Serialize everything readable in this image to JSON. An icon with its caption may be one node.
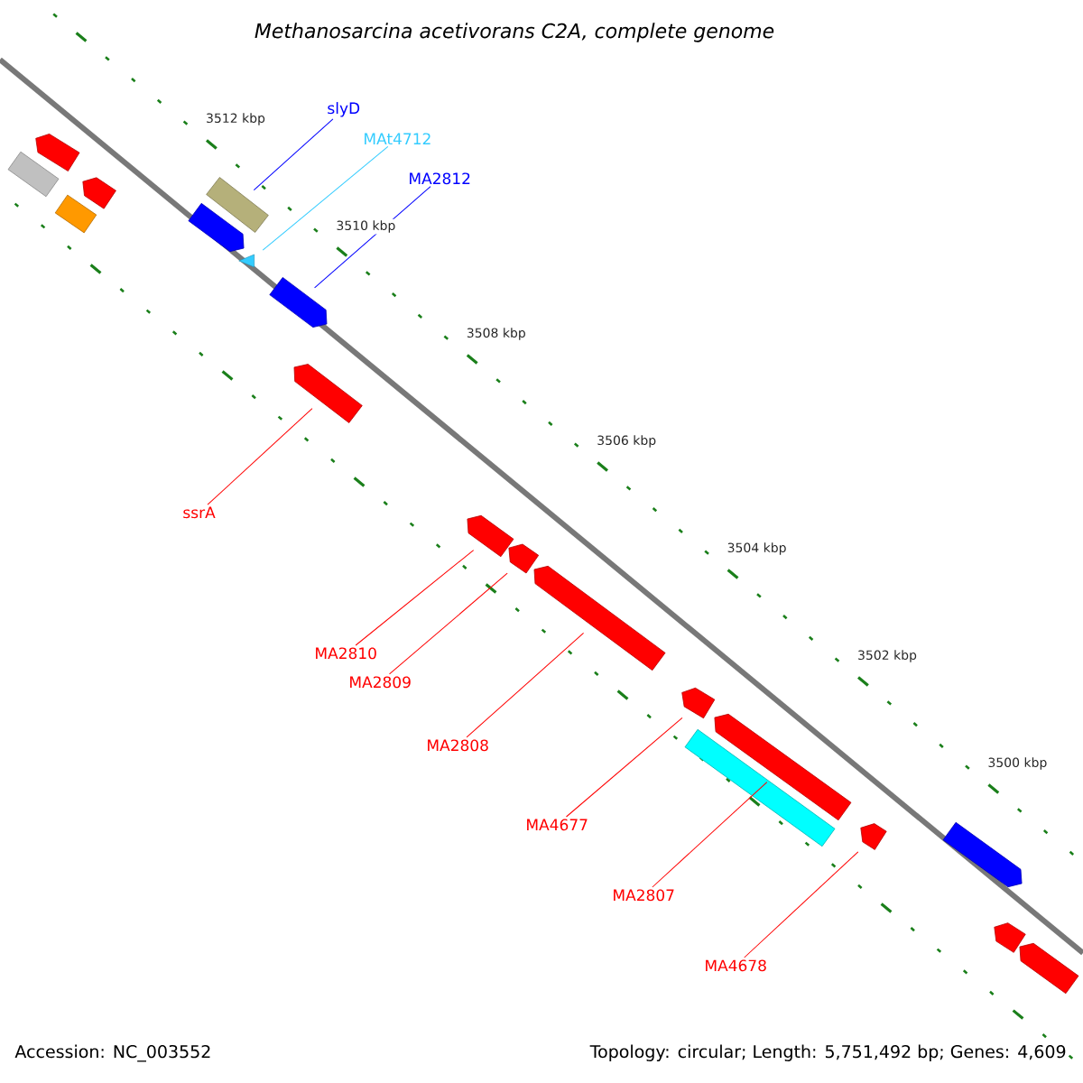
{
  "diagram": {
    "title": "Methanosarcina acetivorans C2A, complete genome",
    "nodes": [
      {
        "text": [],
        "shape": "arrow"
      },
      {
        "text": [],
        "shape": "box"
      },
      {
        "text": [],
        "shape": "arrow"
      },
      {
        "text": [],
        "shape": "box"
      },
      {
        "text": [],
        "shape": "box"
      },
      {
        "text": [],
        "shape": "arrow"
      },
      {
        "text": [],
        "shape": "triangle"
      },
      {
        "text": [],
        "shape": "arrow"
      },
      {
        "text": [],
        "shape": "arrow"
      },
      {
        "text": [],
        "shape": "arrow"
      },
      {
        "text": [],
        "shape": "arrow"
      },
      {
        "text": [],
        "shape": "arrow"
      },
      {
        "text": [],
        "shape": "arrow"
      },
      {
        "text": [],
        "shape": "arrow"
      },
      {
        "text": [],
        "shape": "box"
      },
      {
        "text": [],
        "shape": "arrow"
      },
      {
        "text": [],
        "shape": "arrow"
      },
      {
        "text": [],
        "shape": "arrow"
      },
      {
        "text": [],
        "shape": "arrow"
      },
      {
        "text": [
          "slyD"
        ]
      },
      {
        "text": [
          "MAt4712"
        ]
      },
      {
        "text": [
          "MA2812"
        ]
      },
      {
        "text": [
          "ssrA"
        ]
      },
      {
        "text": [
          "MA2810"
        ]
      },
      {
        "text": [
          "MA2809"
        ]
      },
      {
        "text": [
          "MA2808"
        ]
      },
      {
        "text": [
          "MA4677"
        ]
      },
      {
        "text": [
          "MA2807"
        ]
      },
      {
        "text": [
          "MA4678"
        ]
      }
    ],
    "edges": [
      {
        "from": 19,
        "to": 4,
        "arrow": "none",
        "color": "#0000ff"
      },
      {
        "from": 20,
        "to": 6,
        "arrow": "none",
        "color": "#33ccff"
      },
      {
        "from": 21,
        "to": 7,
        "arrow": "none",
        "color": "#0000ff"
      },
      {
        "from": 22,
        "to": 8,
        "arrow": "none"
      },
      {
        "from": 23,
        "to": 9,
        "arrow": "none"
      },
      {
        "from": 24,
        "to": 10,
        "arrow": "none"
      },
      {
        "from": 25,
        "to": 11,
        "arrow": "none"
      },
      {
        "from": 26,
        "to": 12,
        "arrow": "none"
      },
      {
        "from": 27,
        "to": 13,
        "arrow": "none"
      },
      {
        "from": 28,
        "to": 15,
        "arrow": "none"
      }
    ],
    "labels": [
      "3512 kbp",
      "3510 kbp",
      "3508 kbp",
      "3506 kbp",
      "3504 kbp",
      "3502 kbp",
      "3500 kbp",
      "Accession: NC_003552",
      "Topology: circular; Length: 5,751,492 bp; Genes: 4,609"
    ]
  }
}
